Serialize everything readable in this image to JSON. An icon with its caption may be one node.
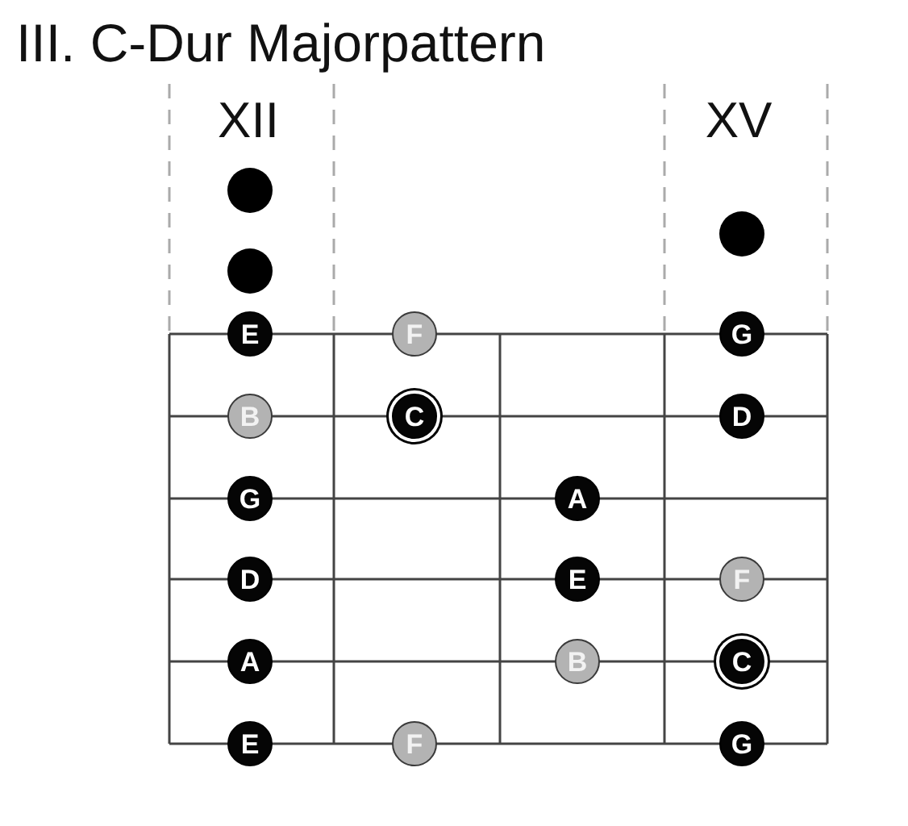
{
  "diagram": {
    "title": "III. C-Dur Majorpattern",
    "nodes": [
      {
        "text": [
          "E"
        ]
      },
      {
        "text": [
          "F"
        ]
      },
      {
        "text": [
          "G"
        ]
      },
      {
        "text": [
          "B"
        ]
      },
      {
        "text": [
          "C"
        ]
      },
      {
        "text": [
          "D"
        ]
      },
      {
        "text": [
          "G"
        ]
      },
      {
        "text": [
          "A"
        ]
      },
      {
        "text": [
          "D"
        ]
      },
      {
        "text": [
          "E"
        ]
      },
      {
        "text": [
          "F"
        ]
      },
      {
        "text": [
          "A"
        ]
      },
      {
        "text": [
          "B"
        ]
      },
      {
        "text": [
          "C"
        ]
      },
      {
        "text": [
          "E"
        ]
      },
      {
        "text": [
          "F"
        ]
      },
      {
        "text": [
          "G"
        ]
      }
    ],
    "edges": [],
    "labels": [
      "XII",
      "XV"
    ]
  }
}
